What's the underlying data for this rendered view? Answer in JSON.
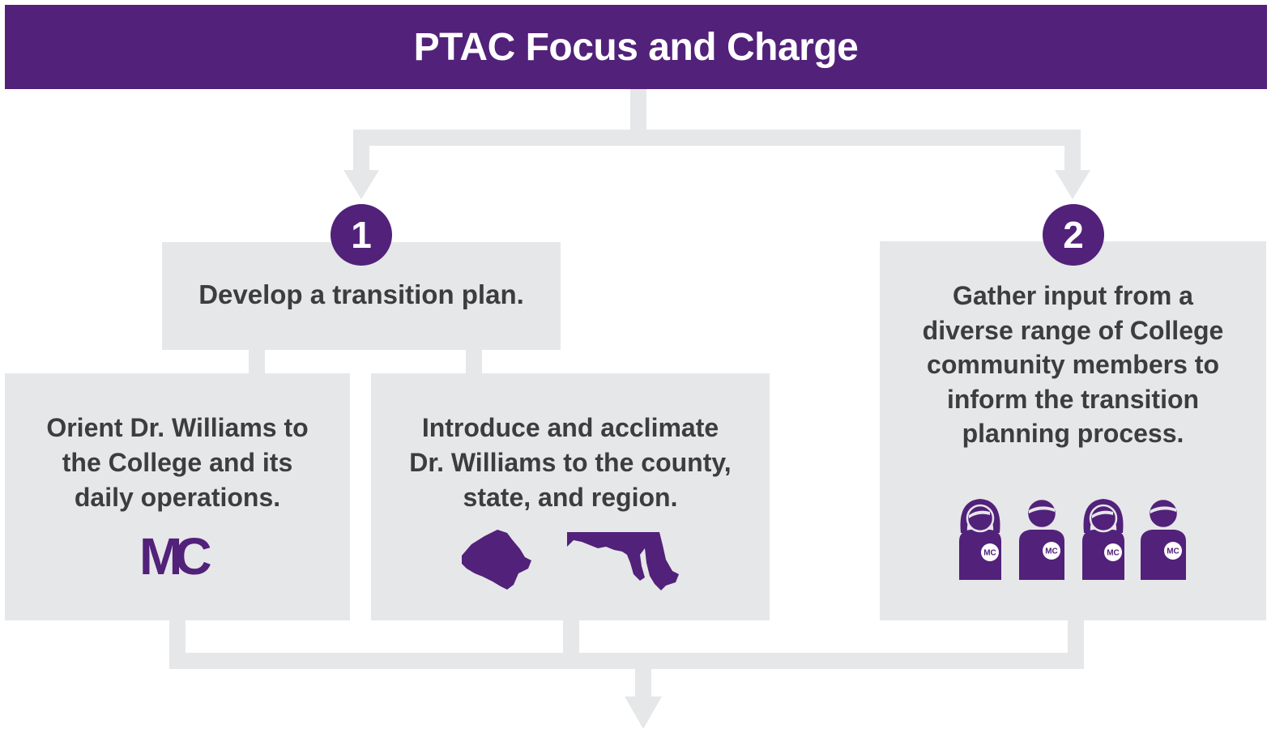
{
  "header": {
    "title": "PTAC Focus and Charge"
  },
  "goals": [
    {
      "number": "1",
      "text": "Develop a transition plan."
    },
    {
      "number": "2",
      "text": "Gather input from a diverse range of College community members to inform the transition planning process."
    }
  ],
  "subgoals": [
    {
      "text": "Orient Dr. Williams to the College and its daily operations.",
      "icon": "mc-logo-icon"
    },
    {
      "text": "Introduce and acclimate Dr. Williams to the county, state, and region.",
      "icon": "maps-icon"
    }
  ],
  "logo": {
    "text": "MC"
  },
  "people": {
    "badge_text": "MC"
  },
  "colors": {
    "brand": "#52217a",
    "box": "#e6e7e8",
    "connector": "#e6e7e8",
    "text": "#3d3d3d"
  }
}
